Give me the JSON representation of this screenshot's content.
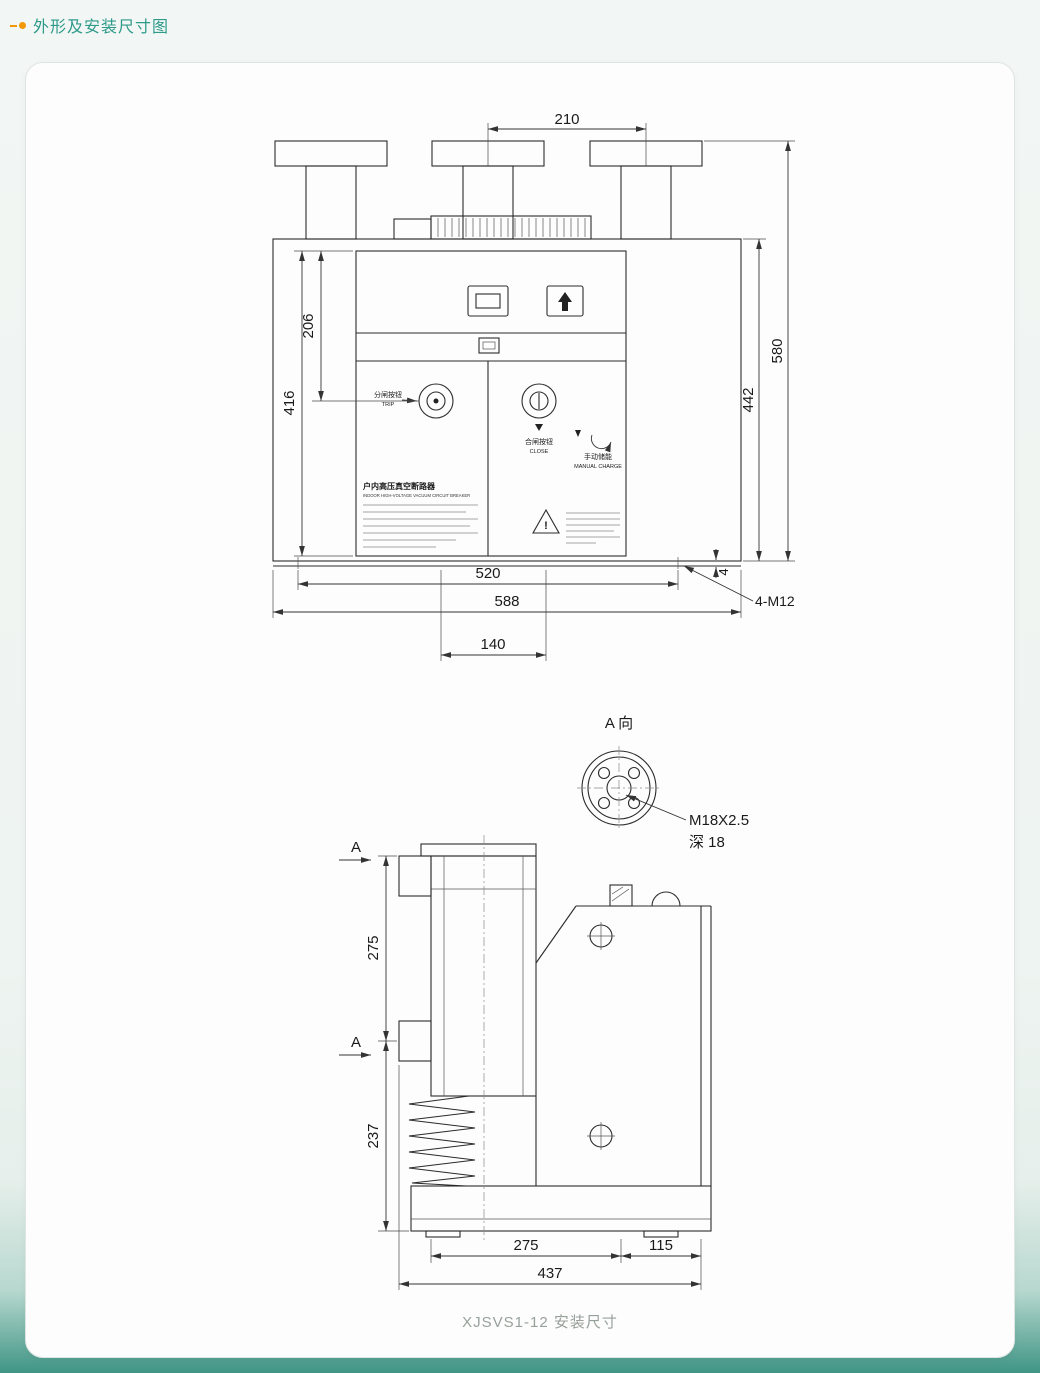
{
  "header": {
    "title": "外形及安装尺寸图"
  },
  "caption": "XJSVS1-12 安装尺寸",
  "front_view": {
    "dim_top": "210",
    "dim_left_inner": "206",
    "dim_left_outer": "416",
    "dim_right_inner": "442",
    "dim_right_outer": "580",
    "dim_bottom_inner": "520",
    "dim_bottom_outer": "588",
    "dim_bottom_offset": "140",
    "dim_plate": "4",
    "bolt_label": "4-M12",
    "panel": {
      "trip_cn": "分闸按钮",
      "trip_en": "TRIP",
      "close_cn": "合闸按钮",
      "close_en": "CLOSE",
      "manual_cn": "手动储能",
      "manual_en": "MANUAL CHARGE",
      "nameplate_title": "户内高压真空断路器",
      "nameplate_sub": "INDOOR HIGH-VOLTAGE VACUUM CIRCUIT BREAKER",
      "warning_mark": "!"
    }
  },
  "side_view": {
    "view_label": "A 向",
    "thread_label": "M18X2.5",
    "depth_label": "深 18",
    "section_a": "A",
    "dim_upper": "275",
    "dim_lower": "237",
    "dim_bottom_a": "275",
    "dim_bottom_b": "115",
    "dim_bottom_total": "437"
  }
}
